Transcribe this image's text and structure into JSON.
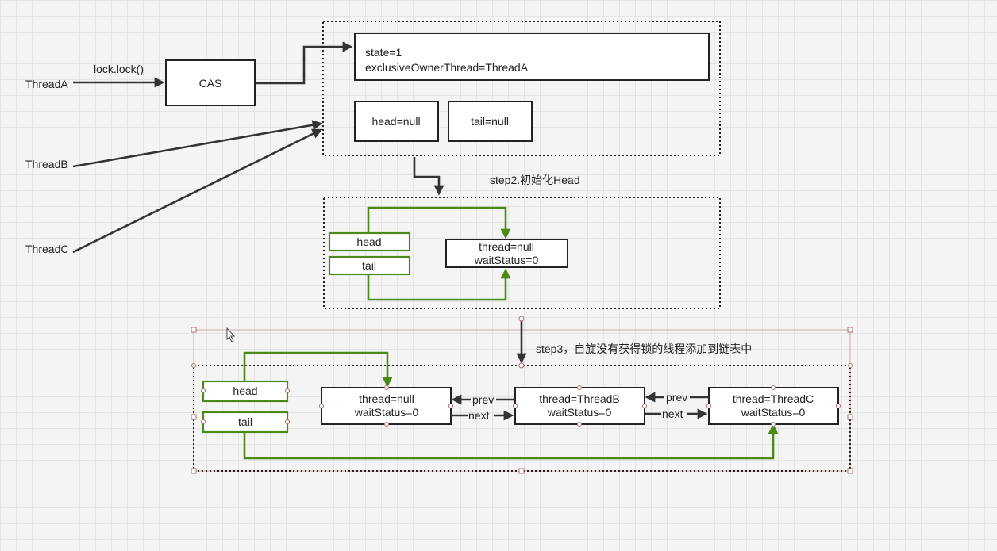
{
  "threads": {
    "a": "ThreadA",
    "b": "ThreadB",
    "c": "ThreadC"
  },
  "lock_call": "lock.lock()",
  "cas": "CAS",
  "state_box": {
    "state": "state=1",
    "owner": "exclusiveOwnerThread=ThreadA"
  },
  "head_null": "head=null",
  "tail_null": "tail=null",
  "step2": {
    "title": "step2.初始化Head",
    "head": "head",
    "tail": "tail",
    "node_thread": "thread=null",
    "node_status": "waitStatus=0"
  },
  "step3": {
    "title": "step3，自旋没有获得锁的线程添加到链表中",
    "head": "head",
    "tail": "tail",
    "nodes": [
      {
        "thread": "thread=null",
        "status": "waitStatus=0"
      },
      {
        "thread": "thread=ThreadB",
        "status": "waitStatus=0"
      },
      {
        "thread": "thread=ThreadC",
        "status": "waitStatus=0"
      }
    ],
    "prev": "prev",
    "next": "next"
  },
  "colors": {
    "green": "#4c8a18",
    "dark": "#333333",
    "grid": "#e4e4e4"
  }
}
